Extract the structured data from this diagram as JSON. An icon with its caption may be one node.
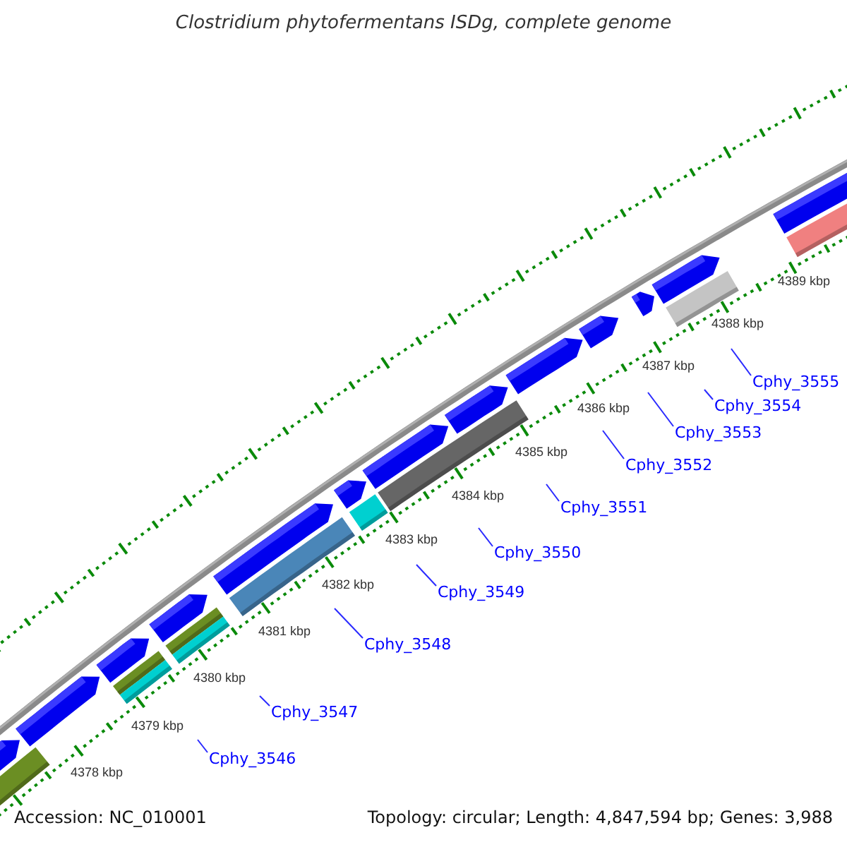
{
  "diagram": {
    "title": "Clostridium phytofermentans ISDg, complete genome",
    "nodes": [
      {
        "text": [
          "Cphy_3546"
        ]
      },
      {
        "text": [
          "Cphy_3547"
        ]
      },
      {
        "text": [
          "Cphy_3548"
        ]
      },
      {
        "text": [
          "Cphy_3549"
        ]
      },
      {
        "text": [
          "Cphy_3550"
        ]
      },
      {
        "text": [
          "Cphy_3551"
        ]
      },
      {
        "text": [
          "Cphy_3552"
        ]
      },
      {
        "text": [
          "Cphy_3553"
        ]
      },
      {
        "text": [
          "Cphy_3554"
        ]
      },
      {
        "text": [
          "Cphy_3555"
        ]
      }
    ],
    "edges": [
      {
        "from": 0,
        "to": null,
        "arrow": "none"
      },
      {
        "from": 1,
        "to": null,
        "arrow": "none"
      },
      {
        "from": 2,
        "to": null,
        "arrow": "none"
      },
      {
        "from": 3,
        "to": null,
        "arrow": "none"
      },
      {
        "from": 4,
        "to": null,
        "arrow": "none"
      },
      {
        "from": 5,
        "to": null,
        "arrow": "none"
      },
      {
        "from": 6,
        "to": null,
        "arrow": "none"
      },
      {
        "from": 7,
        "to": null,
        "arrow": "none"
      },
      {
        "from": 8,
        "to": null,
        "arrow": "none"
      },
      {
        "from": 9,
        "to": null,
        "arrow": "none"
      }
    ],
    "labels": [
      "4378 kbp",
      "4379 kbp",
      "4380 kbp",
      "4381 kbp",
      "4382 kbp",
      "4383 kbp",
      "4384 kbp",
      "4385 kbp",
      "4386 kbp",
      "4387 kbp",
      "4388 kbp",
      "4389 kbp",
      "Accession: NC_010001",
      "Topology: circular; Length: 4,847,594 bp; Genes: 3,988"
    ]
  }
}
